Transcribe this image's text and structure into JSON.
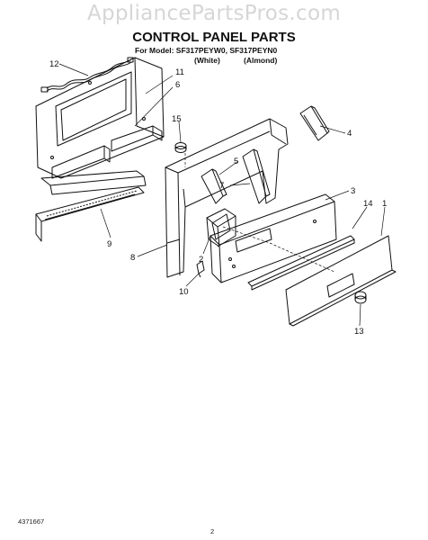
{
  "header": {
    "watermark": "AppliancePartsPros.com",
    "title": "CONTROL PANEL PARTS",
    "model_line": "For Model: SF317PEYW0, SF317PEYN0",
    "variant_white": "(White)",
    "variant_almond": "(Almond)"
  },
  "callouts": [
    "12",
    "11",
    "6",
    "15",
    "5",
    "7",
    "4",
    "3",
    "14",
    "1",
    "9",
    "8",
    "2",
    "10",
    "13"
  ],
  "footer": {
    "doc_number": "4371667",
    "page_number": "2"
  },
  "colors": {
    "ink": "#111111",
    "watermark": "#d6d6d6",
    "background": "#ffffff"
  }
}
